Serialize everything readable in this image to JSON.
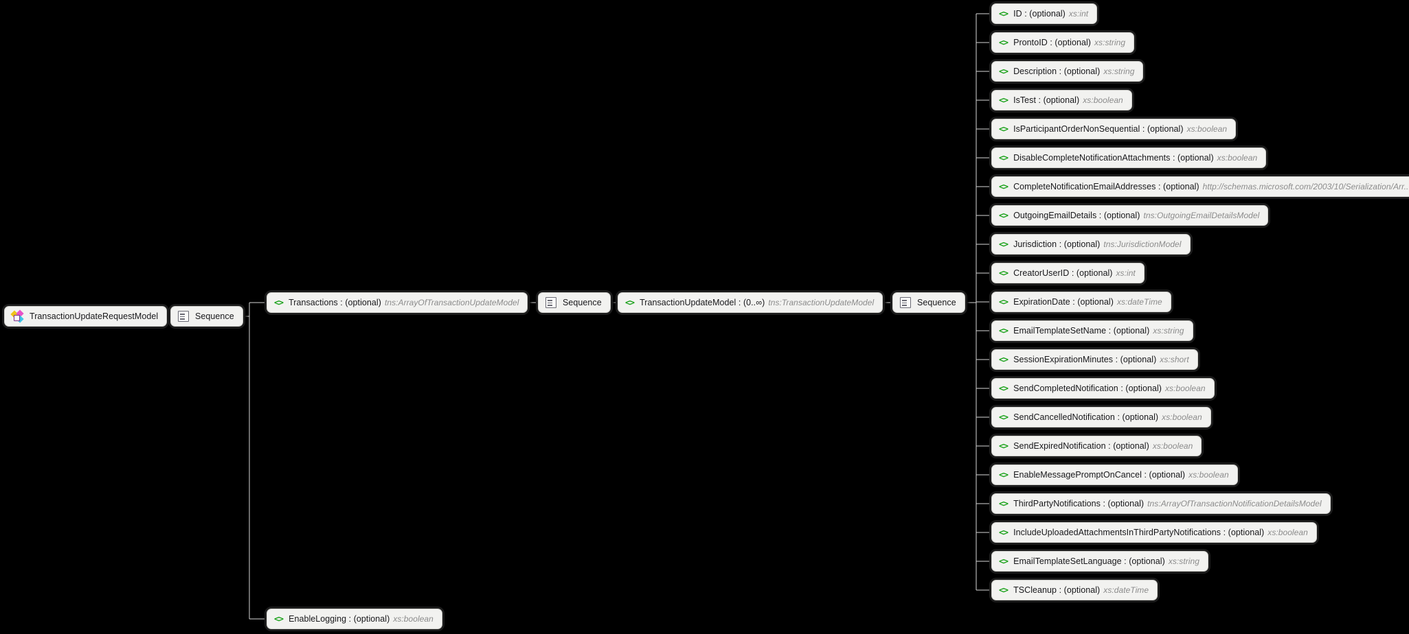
{
  "diagram": {
    "title": "TransactionUpdateRequestModel",
    "type": "xsd-schema-tree",
    "background_color": "#000000",
    "node_fill_color": "#f2f2f0",
    "node_border_color": "#cfcfcb",
    "connector_color": "#d8d8d8",
    "element_icon_color": "#16a016",
    "type_text_color": "#8b8b8b",
    "label_text_color": "#17171a"
  },
  "root": {
    "label": "TransactionUpdateRequestModel",
    "icon": "model-diamond-cluster-icon"
  },
  "sequences": [
    {
      "label": "Sequence",
      "icon": "sequence-icon"
    },
    {
      "label": "Sequence",
      "icon": "sequence-icon"
    },
    {
      "label": "Sequence",
      "icon": "sequence-icon"
    }
  ],
  "level1": [
    {
      "icon": "element-icon",
      "name": "Transactions",
      "occurrence": "(optional)",
      "type": "tns:ArrayOfTransactionUpdateModel"
    },
    {
      "icon": "element-icon",
      "name": "EnableLogging",
      "occurrence": "(optional)",
      "type": "xs:boolean"
    }
  ],
  "level2": [
    {
      "icon": "element-icon",
      "name": "TransactionUpdateModel",
      "occurrence": "(0..∞)",
      "type": "tns:TransactionUpdateModel"
    }
  ],
  "fields": [
    {
      "icon": "element-icon",
      "name": "ID",
      "occurrence": "(optional)",
      "type": "xs:int"
    },
    {
      "icon": "element-icon",
      "name": "ProntoID",
      "occurrence": "(optional)",
      "type": "xs:string"
    },
    {
      "icon": "element-icon",
      "name": "Description",
      "occurrence": "(optional)",
      "type": "xs:string"
    },
    {
      "icon": "element-icon",
      "name": "IsTest",
      "occurrence": "(optional)",
      "type": "xs:boolean"
    },
    {
      "icon": "element-icon",
      "name": "IsParticipantOrderNonSequential",
      "occurrence": "(optional)",
      "type": "xs:boolean"
    },
    {
      "icon": "element-icon",
      "name": "DisableCompleteNotificationAttachments",
      "occurrence": "(optional)",
      "type": "xs:boolean"
    },
    {
      "icon": "element-icon",
      "name": "CompleteNotificationEmailAddresses",
      "occurrence": "(optional)",
      "type": "http://schemas.microsoft.com/2003/10/Serialization/Arr..."
    },
    {
      "icon": "element-icon",
      "name": "OutgoingEmailDetails",
      "occurrence": "(optional)",
      "type": "tns:OutgoingEmailDetailsModel"
    },
    {
      "icon": "element-icon",
      "name": "Jurisdiction",
      "occurrence": "(optional)",
      "type": "tns:JurisdictionModel"
    },
    {
      "icon": "element-icon",
      "name": "CreatorUserID",
      "occurrence": "(optional)",
      "type": "xs:int"
    },
    {
      "icon": "element-icon",
      "name": "ExpirationDate",
      "occurrence": "(optional)",
      "type": "xs:dateTime"
    },
    {
      "icon": "element-icon",
      "name": "EmailTemplateSetName",
      "occurrence": "(optional)",
      "type": "xs:string"
    },
    {
      "icon": "element-icon",
      "name": "SessionExpirationMinutes",
      "occurrence": "(optional)",
      "type": "xs:short"
    },
    {
      "icon": "element-icon",
      "name": "SendCompletedNotification",
      "occurrence": "(optional)",
      "type": "xs:boolean"
    },
    {
      "icon": "element-icon",
      "name": "SendCancelledNotification",
      "occurrence": "(optional)",
      "type": "xs:boolean"
    },
    {
      "icon": "element-icon",
      "name": "SendExpiredNotification",
      "occurrence": "(optional)",
      "type": "xs:boolean"
    },
    {
      "icon": "element-icon",
      "name": "EnableMessagePromptOnCancel",
      "occurrence": "(optional)",
      "type": "xs:boolean"
    },
    {
      "icon": "element-icon",
      "name": "ThirdPartyNotifications",
      "occurrence": "(optional)",
      "type": "tns:ArrayOfTransactionNotificationDetailsModel"
    },
    {
      "icon": "element-icon",
      "name": "IncludeUploadedAttachmentsInThirdPartyNotifications",
      "occurrence": "(optional)",
      "type": "xs:boolean"
    },
    {
      "icon": "element-icon",
      "name": "EmailTemplateSetLanguage",
      "occurrence": "(optional)",
      "type": "xs:string"
    },
    {
      "icon": "element-icon",
      "name": "TSCleanup",
      "occurrence": "(optional)",
      "type": "xs:dateTime"
    }
  ]
}
